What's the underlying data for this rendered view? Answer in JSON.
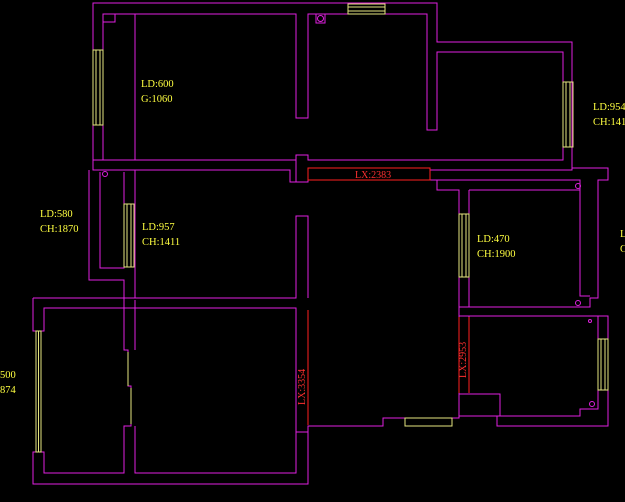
{
  "colors": {
    "background": "#000000",
    "wall": "#e020e0",
    "window": "#e6e680",
    "dimension": "#ff2020",
    "label": "#ffff40"
  },
  "labels": {
    "room_top_left": {
      "ld": "LD:600",
      "h": "G:1060"
    },
    "room_right_top": {
      "ld": "LD:954",
      "h": "CH:141"
    },
    "room_left_outside": {
      "ld": "LD:580",
      "h": "CH:1870"
    },
    "room_mid_left": {
      "ld": "LD:957",
      "h": "CH:1411"
    },
    "room_right_mid": {
      "ld": "LD:470",
      "h": "CH:1900"
    },
    "room_far_right_partial": {
      "ld": "L",
      "h": "C"
    },
    "room_bottom_left_partial": {
      "ld": "500",
      "h": "874"
    }
  },
  "dimensions": {
    "corridor_top": "LX:2383",
    "corridor_vertical_left": "LX:3354",
    "corridor_vertical_right": "LX:2953"
  }
}
